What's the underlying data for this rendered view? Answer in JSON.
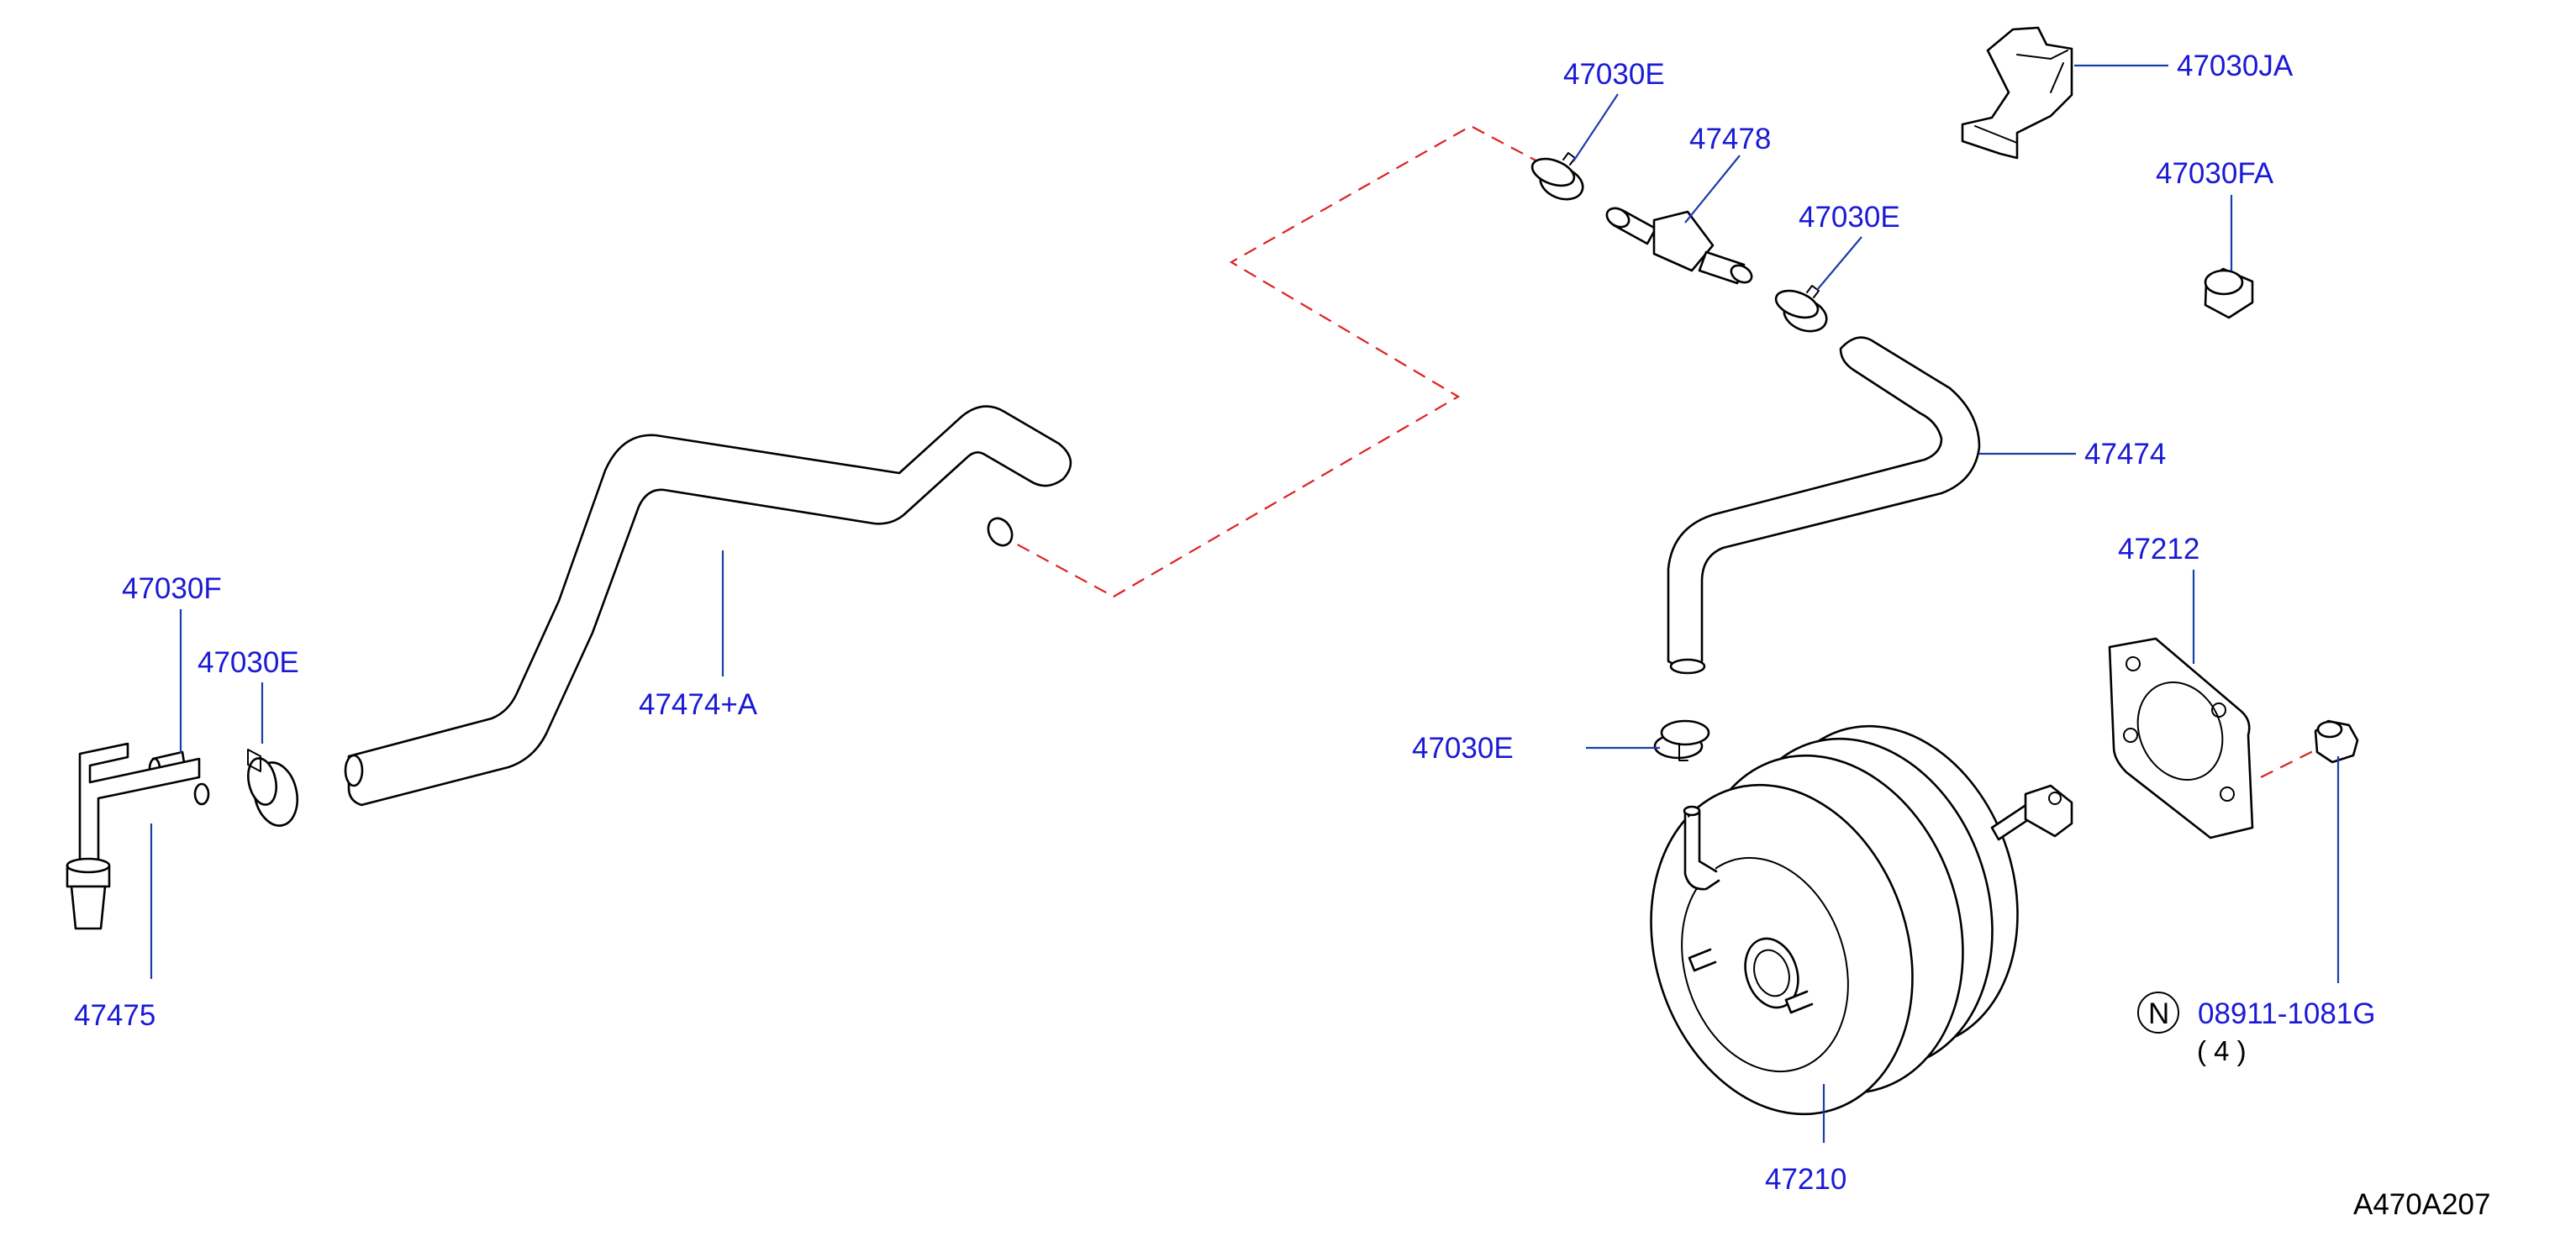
{
  "parts": {
    "p47030E_a": "47030E",
    "p47478": "47478",
    "p47030E_b": "47030E",
    "p47030JA": "47030JA",
    "p47030FA": "47030FA",
    "p47474": "47474",
    "p47212": "47212",
    "p47030E_c": "47030E",
    "p08911": "08911-1081G",
    "p08911_qty": "( 4 )",
    "p08911_marker": "N",
    "p47210": "47210",
    "p47474A": "47474+A",
    "p47030F": "47030F",
    "p47030E_d": "47030E",
    "p47475": "47475"
  },
  "diagram_code": "A470A207",
  "colors": {
    "label": "#1a1ad6",
    "leader": "#1a3ea8",
    "phantom": "#e02020",
    "line": "#000000"
  }
}
